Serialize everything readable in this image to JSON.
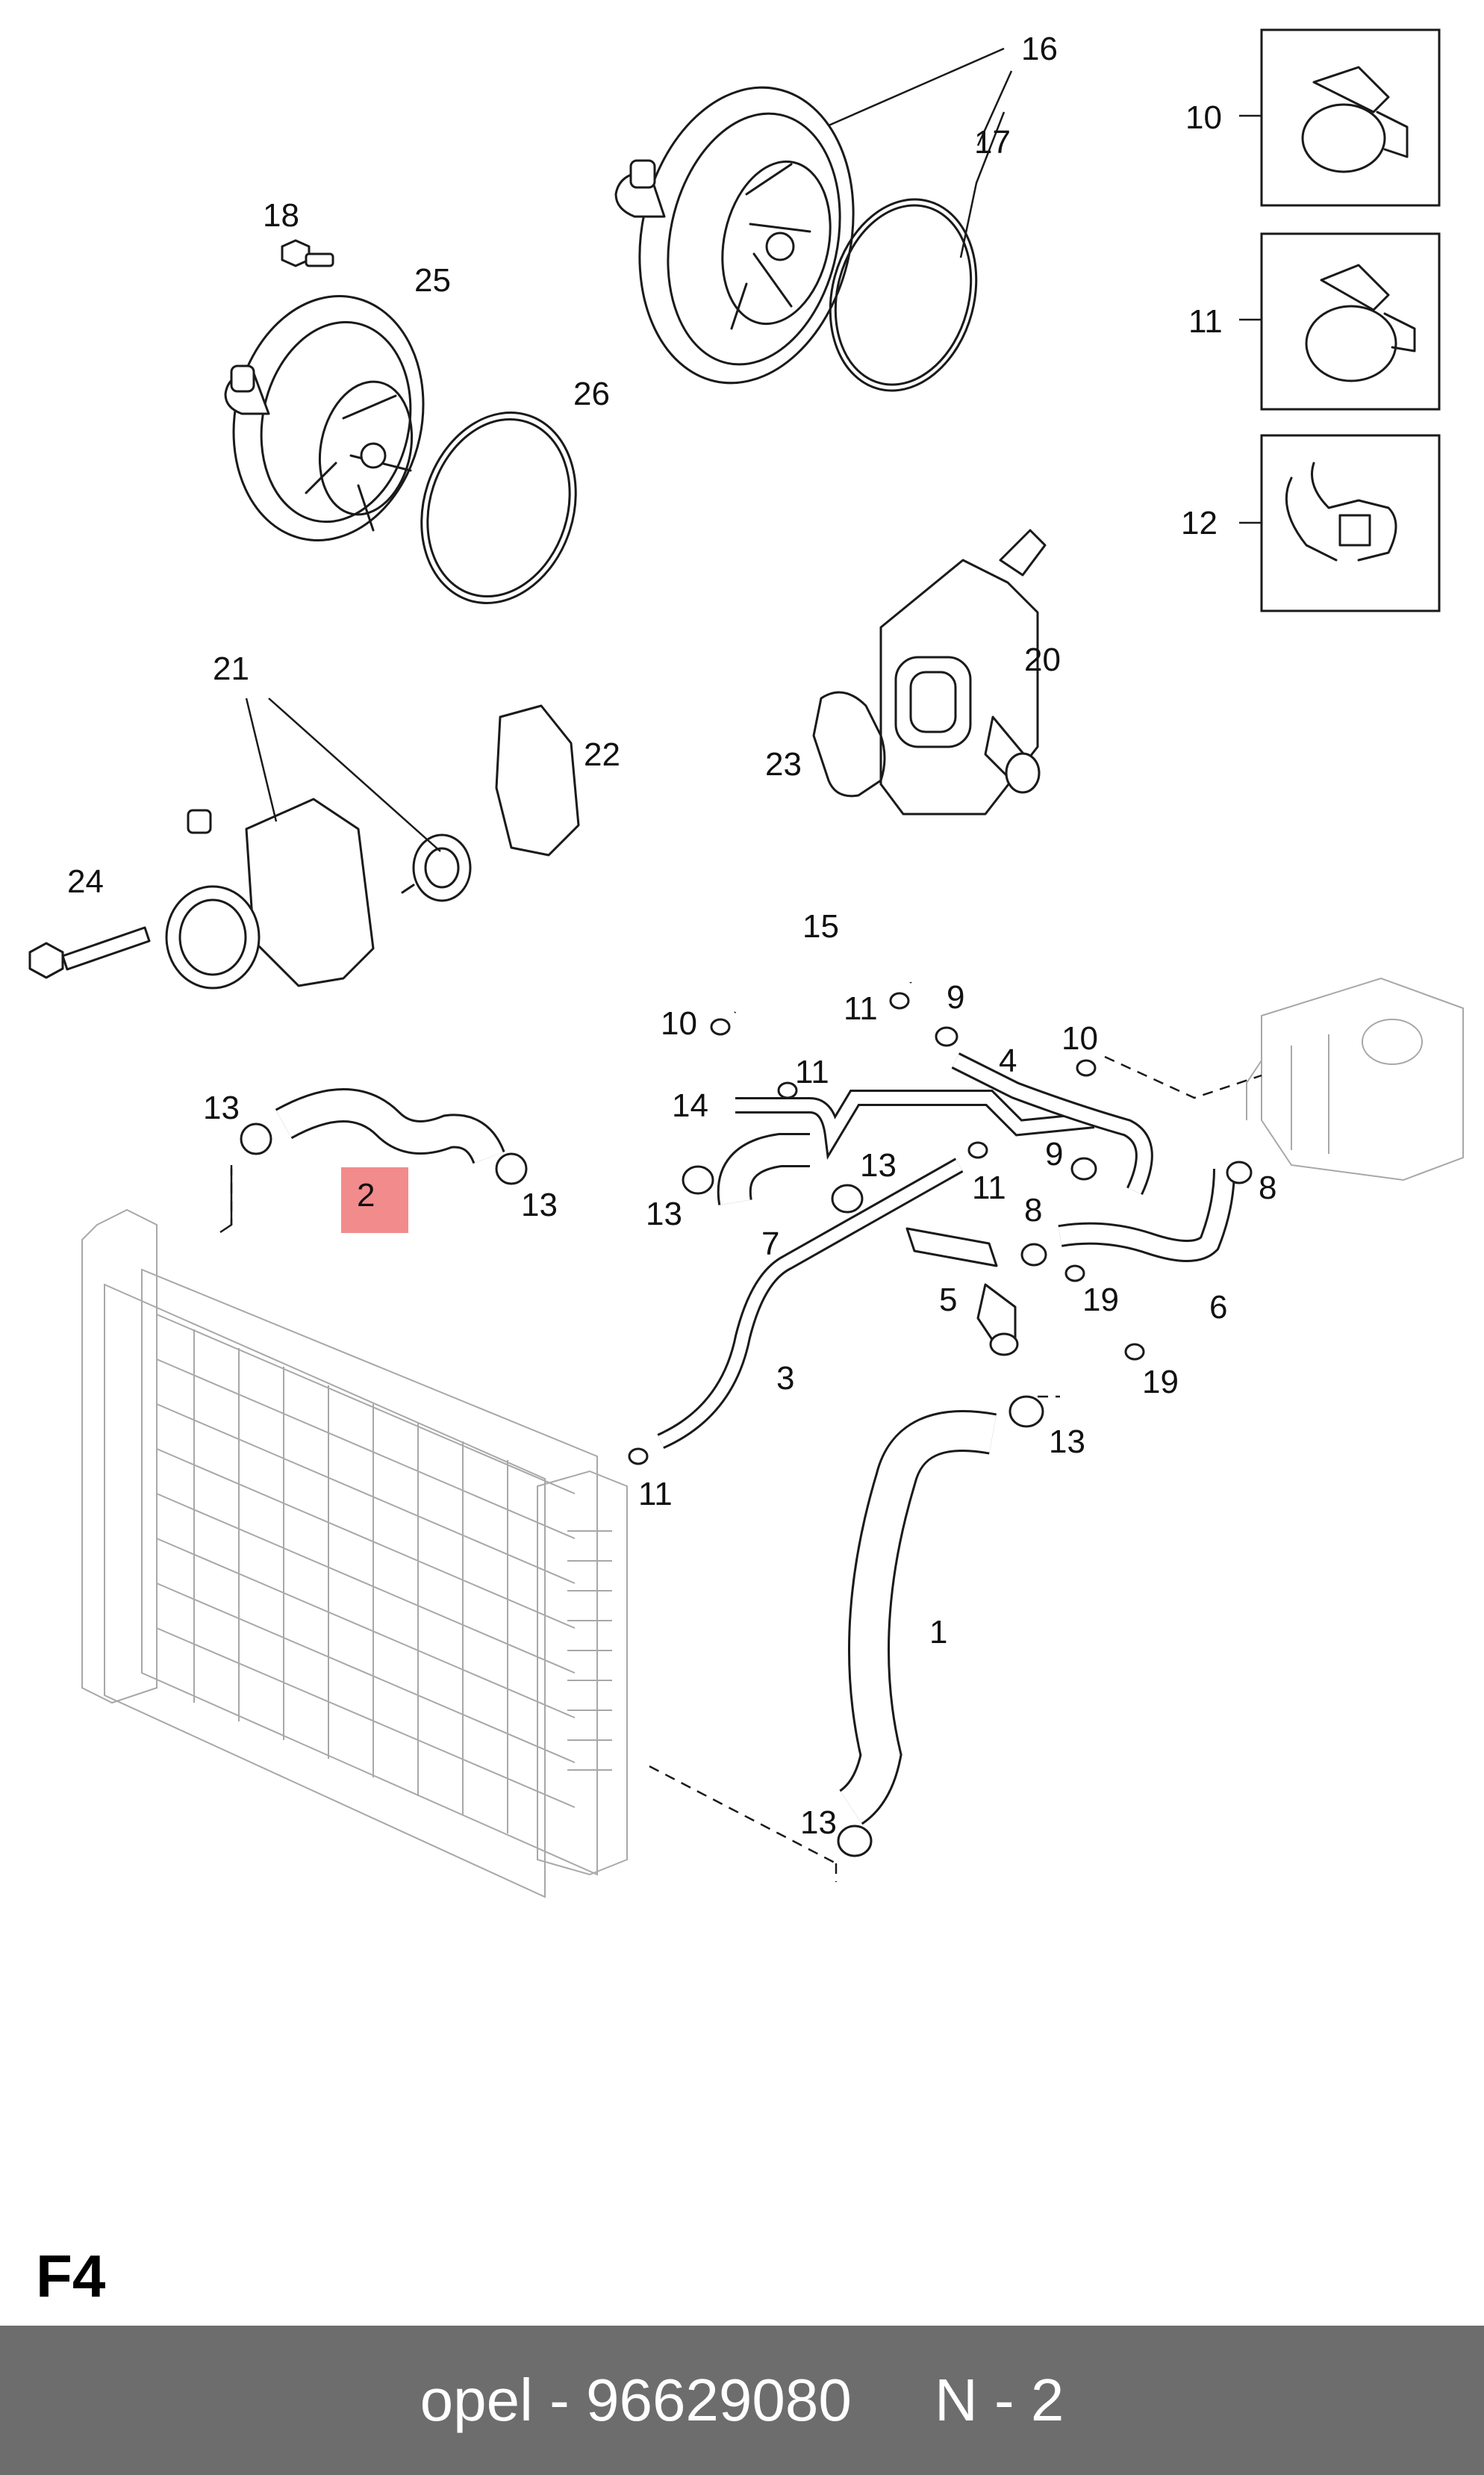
{
  "diagram": {
    "callouts": [
      "1",
      "2",
      "3",
      "4",
      "5",
      "6",
      "7",
      "8",
      "8",
      "9",
      "9",
      "10",
      "10",
      "11",
      "11",
      "11",
      "11",
      "11",
      "12",
      "13",
      "13",
      "13",
      "13",
      "13",
      "13",
      "14",
      "15",
      "16",
      "17",
      "18",
      "19",
      "19",
      "20",
      "21",
      "22",
      "23",
      "24",
      "25",
      "26"
    ],
    "highlighted_callout": "2",
    "highlight_color": "#f28b8b"
  },
  "page_label": "F4",
  "footer": {
    "text": "opel - 96629080     N - 2",
    "background": "#6d6d6d",
    "color": "#ffffff"
  }
}
